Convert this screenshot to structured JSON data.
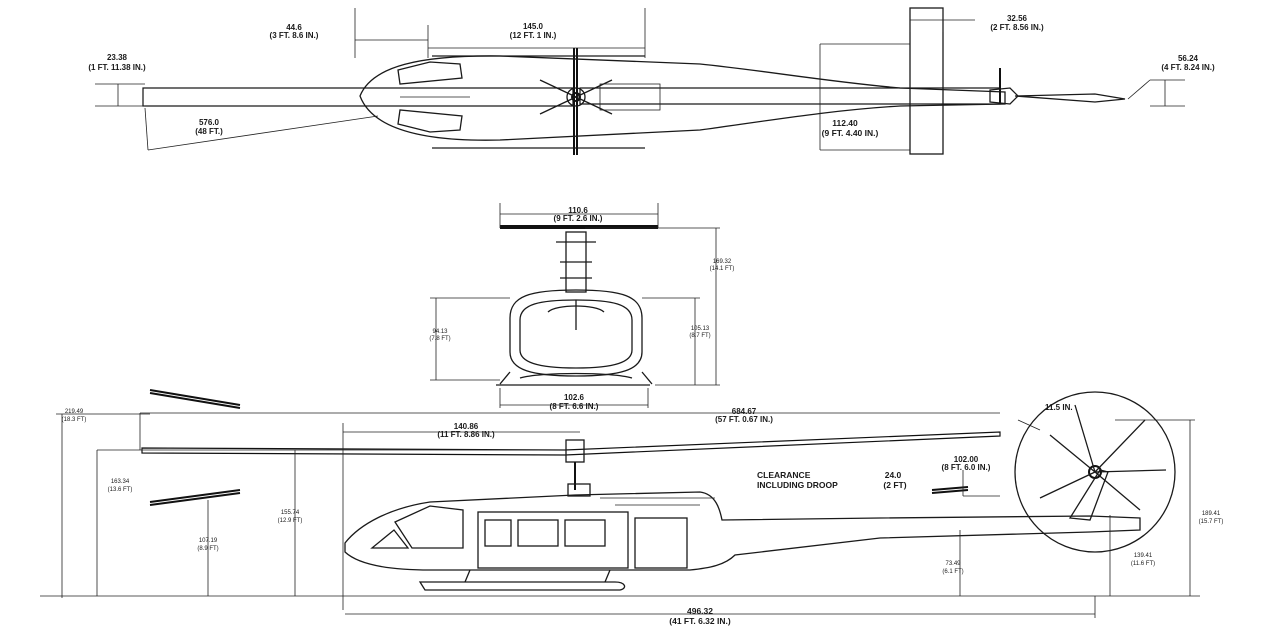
{
  "top_view": {
    "dim_44_6": [
      "44.6",
      "(3 FT. 8.6 IN.)"
    ],
    "dim_145_0": [
      "145.0",
      "(12 FT. 1 IN.)"
    ],
    "dim_32_56": [
      "32.56",
      "(2 FT. 8.56 IN.)"
    ],
    "dim_23_38": [
      "23.38",
      "(1 FT. 11.38 IN.)"
    ],
    "dim_56_24": [
      "56.24",
      "(4 FT. 8.24 IN.)"
    ],
    "dim_576_0": [
      "576.0",
      "(48 FT.)"
    ],
    "dim_112_40": [
      "112.40",
      "(9 FT. 4.40 IN.)"
    ]
  },
  "front_view": {
    "dim_110_6": [
      "110.6",
      "(9 FT. 2.6 IN.)"
    ],
    "dim_169_32": [
      "169.32",
      "(14.1 FT)"
    ],
    "dim_94_13": [
      "94.13",
      "(7.8 FT)"
    ],
    "dim_105_13": [
      "105.13",
      "(8.7 FT)"
    ],
    "dim_102_6": [
      "102.6",
      "(8 FT. 6.6 IN.)"
    ]
  },
  "side_view": {
    "dim_219_49": [
      "219.49",
      "(18.3 FT)"
    ],
    "dim_684_67": [
      "684.67",
      "(57 FT. 0.67 IN.)"
    ],
    "dim_140_86": [
      "140.86",
      "(11 FT. 8.86 IN.)"
    ],
    "dim_11_5": "11.5 IN.",
    "dim_163_34": [
      "163.34",
      "(13.6 FT)"
    ],
    "dim_155_74": [
      "155.74",
      "(12.9 FT)"
    ],
    "dim_107_19": [
      "107.19",
      "(8.9 FT)"
    ],
    "clearance_note": [
      "CLEARANCE",
      "INCLUDING DROOP"
    ],
    "dim_24_0": [
      "24.0",
      "(2 FT)"
    ],
    "dim_102_00": [
      "102.00",
      "(8 FT. 6.0 IN.)"
    ],
    "dim_189_41": [
      "189.41",
      "(15.7 FT)"
    ],
    "dim_139_41": [
      "139.41",
      "(11.6 FT)"
    ],
    "dim_73_49": [
      "73.49",
      "(6.1 FT)"
    ],
    "dim_496_32": [
      "496.32",
      "(41 FT. 6.32 IN.)"
    ]
  },
  "icons": [
    "rotor-hub-icon",
    "tail-rotor-icon",
    "landing-skid-icon"
  ]
}
